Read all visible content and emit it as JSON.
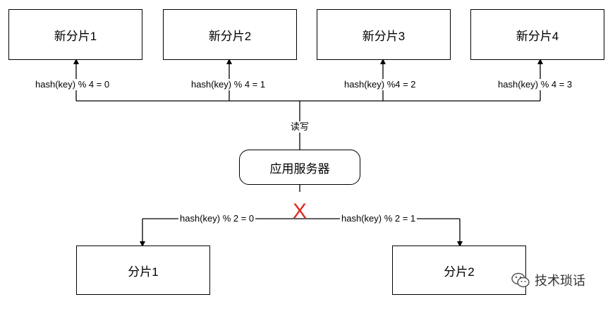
{
  "new_shards": [
    {
      "label": "新分片1",
      "rule": "hash(key) % 4 = 0"
    },
    {
      "label": "新分片2",
      "rule": "hash(key) % 4 = 1"
    },
    {
      "label": "新分片3",
      "rule": "hash(key) %4 = 2"
    },
    {
      "label": "新分片4",
      "rule": "hash(key) % 4 = 3"
    }
  ],
  "read_write_label": "读写",
  "app_server": "应用服务器",
  "old_shards": [
    {
      "label": "分片1",
      "rule": "hash(key) % 2 = 0"
    },
    {
      "label": "分片2",
      "rule": "hash(key) % 2 = 1"
    }
  ],
  "cross_mark": "X",
  "watermark": "技术琐话",
  "colors": {
    "cross": "#e02a1f",
    "line": "#000000"
  }
}
